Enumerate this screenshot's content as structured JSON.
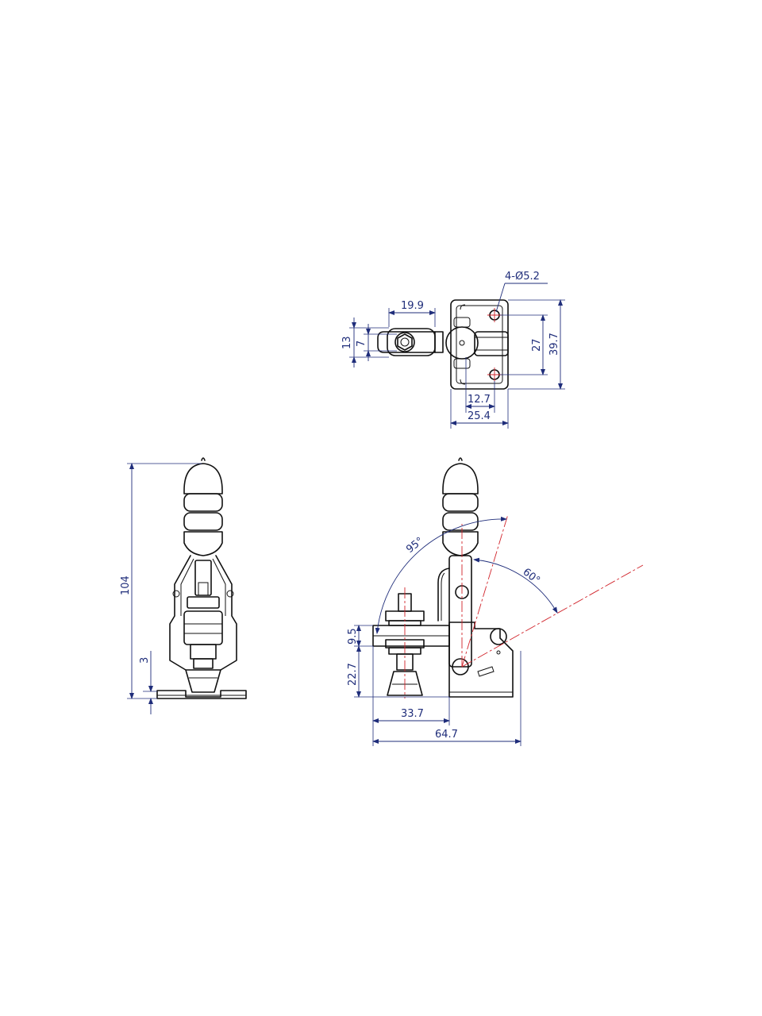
{
  "colors": {
    "outline": "#111111",
    "dimension": "#1f2d7a",
    "centerline": "#d1232a",
    "background": "#ffffff"
  },
  "top_view": {
    "hole_callout": "4-Ø5.2",
    "width_19_9": "19.9",
    "height_13": "13",
    "height_7": "7",
    "height_27": "27",
    "height_39_7": "39.7",
    "width_12_7": "12.7",
    "width_25_4": "25.4"
  },
  "front_view": {
    "height_104": "104",
    "height_3": "3"
  },
  "side_view": {
    "angle_95": "95°",
    "angle_60": "60°",
    "height_9_5": "9.5",
    "height_22_7": "22.7",
    "width_33_7": "33.7",
    "width_64_7": "64.7"
  }
}
